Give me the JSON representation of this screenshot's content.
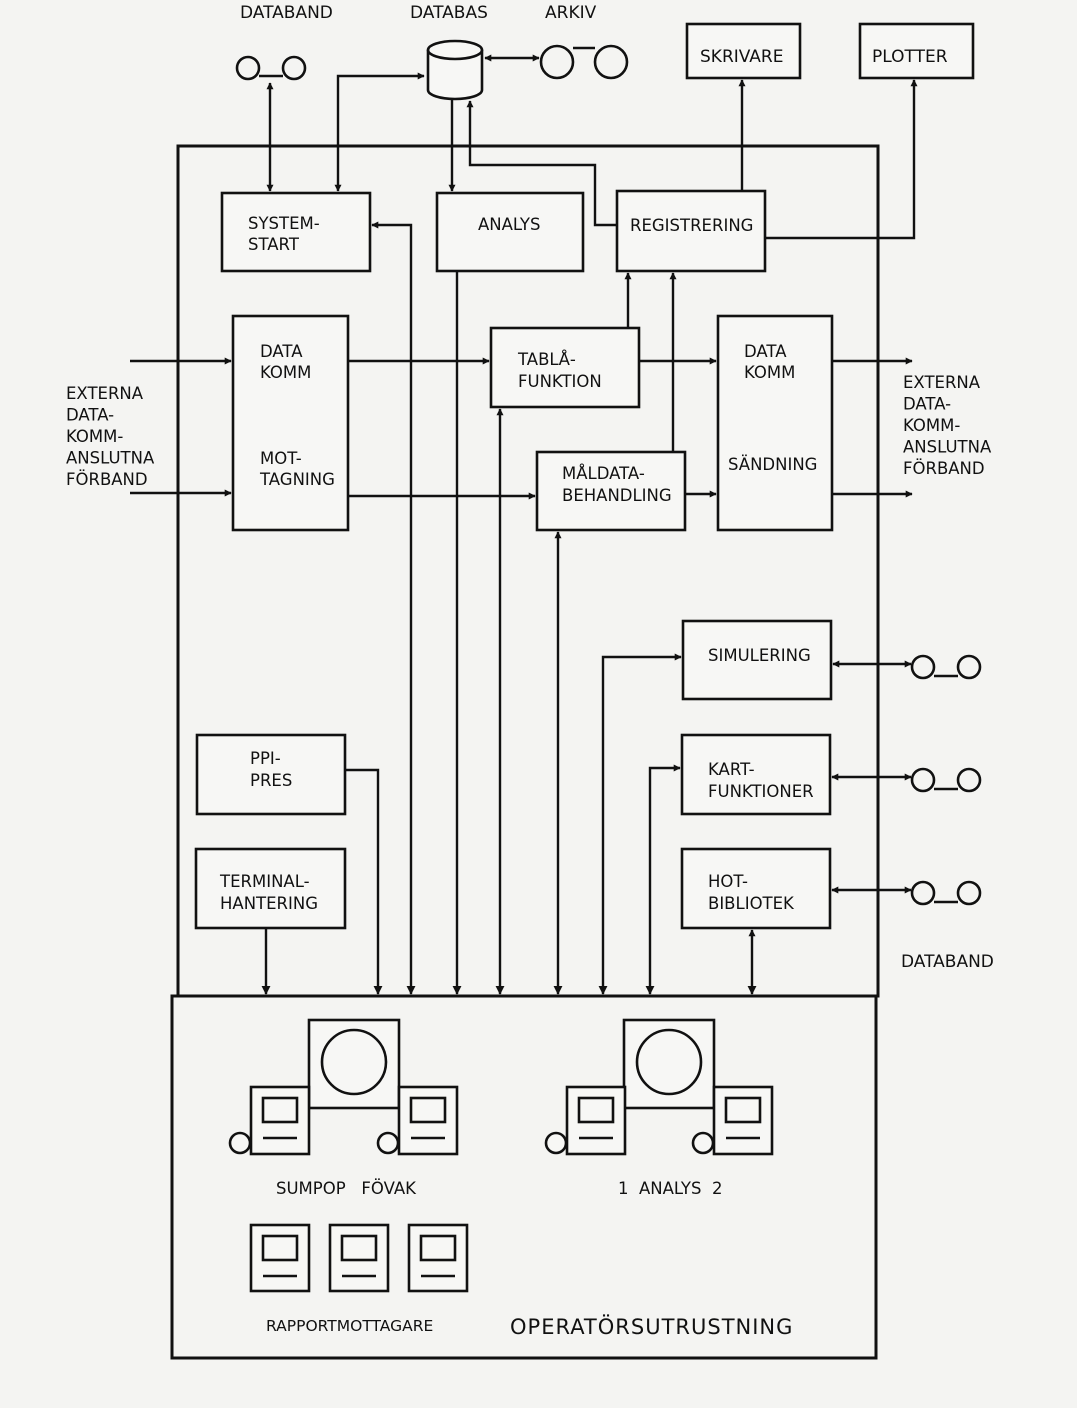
{
  "top": {
    "databand": "DATABAND",
    "databas": "DATABAS",
    "arkiv": "ARKIV",
    "skrivare": "SKRIVARE",
    "plotter": "PLOTTER"
  },
  "modules": {
    "systemstart": [
      "SYSTEM-",
      "START"
    ],
    "analys": "ANALYS",
    "registrering": "REGISTRERING",
    "datakomm_mottagning": [
      "DATA",
      "KOMM",
      "MOT-",
      "TAGNING"
    ],
    "tablafunktion": [
      "TABLÅ-",
      "FUNKTION"
    ],
    "maldatabehandling": [
      "MÅLDATA-",
      "BEHANDLING"
    ],
    "datakomm_sandning": [
      "DATA",
      "KOMM",
      "SÄNDNING"
    ],
    "simulering": "SIMULERING",
    "kartfunktioner": [
      "KART-",
      "FUNKTIONER"
    ],
    "hotbibliotek": [
      "HOT-",
      "BIBLIOTEK"
    ],
    "ppipres": [
      "PPI-",
      "PRES"
    ],
    "terminalhantering": [
      "TERMINAL-",
      "HANTERING"
    ]
  },
  "external_left": [
    "EXTERNA",
    "DATA-",
    "KOMM-",
    "ANSLUTNA",
    "FÖRBAND"
  ],
  "external_right": [
    "EXTERNA",
    "DATA-",
    "KOMM-",
    "ANSLUTNA",
    "FÖRBAND"
  ],
  "databand_right": "DATABAND",
  "operator": {
    "station1_label": "SUMPOP   FÖVAK",
    "station2_label": "1  ANALYS  2",
    "rapport_label": "RAPPORTMOTTAGARE",
    "section_title": "OPERATÖRSUTRUSTNING"
  }
}
